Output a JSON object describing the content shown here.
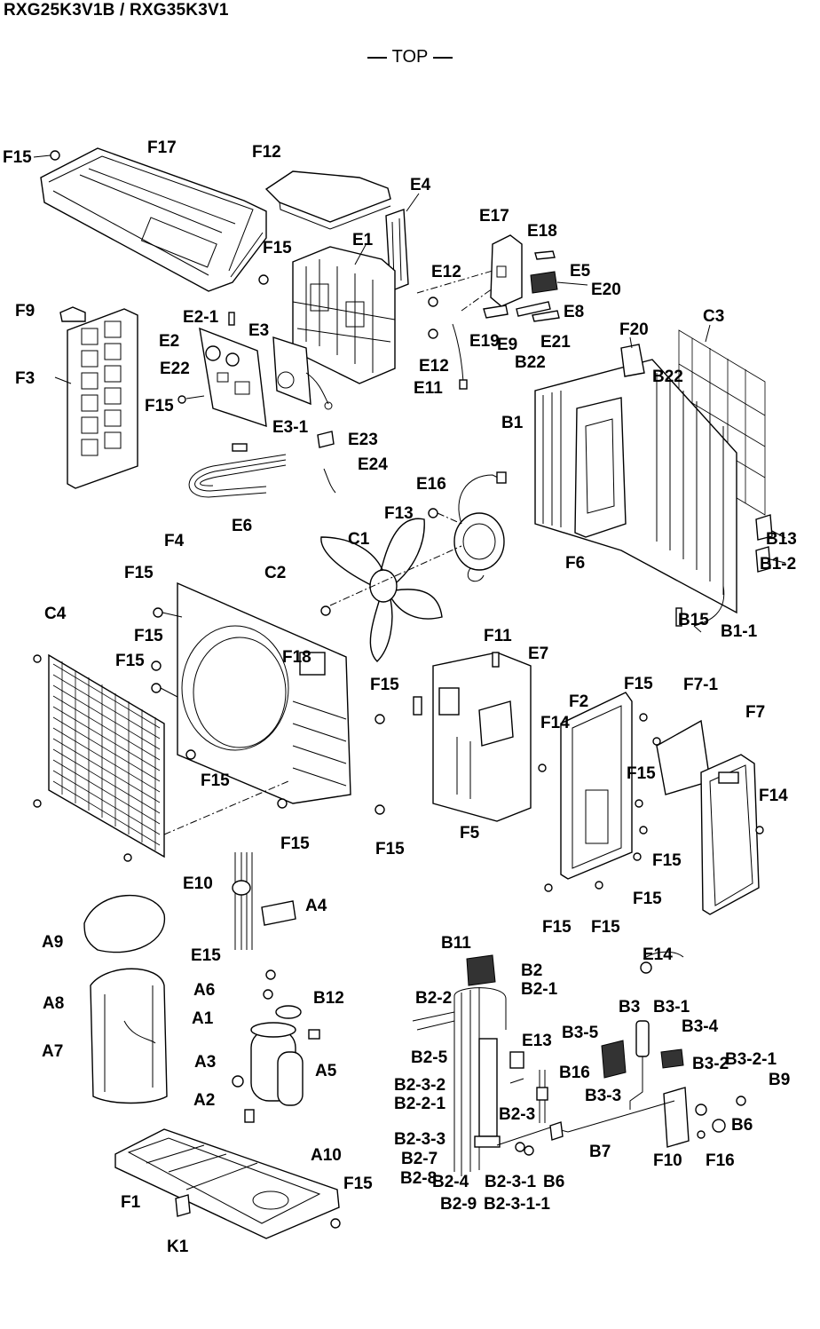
{
  "title": "RXG25K3V1B / RXG35K3V1",
  "view_label": "TOP",
  "part_labels": {
    "F15": "F15",
    "F17": "F17",
    "F12": "F12",
    "E4": "E4",
    "E1": "E1",
    "E17": "E17",
    "E18": "E18",
    "E5": "E5",
    "E12": "E12",
    "E20": "E20",
    "E8": "E8",
    "E19": "E19",
    "E9": "E9",
    "E21": "E21",
    "E11": "E11",
    "F9": "F9",
    "E2-1": "E2-1",
    "E2": "E2",
    "E3": "E3",
    "E22": "E22",
    "F3": "F3",
    "E3-1": "E3-1",
    "E23": "E23",
    "E24": "E24",
    "E6": "E6",
    "F20": "F20",
    "C3": "C3",
    "B22": "B22",
    "B1": "B1",
    "E16": "E16",
    "F13": "F13",
    "C1": "C1",
    "F4": "F4",
    "C2": "C2",
    "F6": "F6",
    "B13": "B13",
    "B1-2": "B1-2",
    "B15": "B15",
    "B1-1": "B1-1",
    "C4": "C4",
    "F18": "F18",
    "F11": "F11",
    "E7": "E7",
    "F7-1": "F7-1",
    "F7": "F7",
    "F2": "F2",
    "F14": "F14",
    "F5": "F5",
    "E10": "E10",
    "A4": "A4",
    "A9": "A9",
    "E15": "E15",
    "A6": "A6",
    "B12": "B12",
    "A8": "A8",
    "A1": "A1",
    "A7": "A7",
    "A3": "A3",
    "A5": "A5",
    "A2": "A2",
    "A10": "A10",
    "F1": "F1",
    "K1": "K1",
    "B11": "B11",
    "B2": "B2",
    "B2-1": "B2-1",
    "B2-2": "B2-2",
    "E14": "E14",
    "B3": "B3",
    "B3-1": "B3-1",
    "B3-4": "B3-4",
    "B3-5": "B3-5",
    "E13": "E13",
    "B2-5": "B2-5",
    "B16": "B16",
    "B3-3": "B3-3",
    "B3-2": "B3-2",
    "B3-2-1": "B3-2-1",
    "B9": "B9",
    "B2-3-2": "B2-3-2",
    "B2-2-1": "B2-2-1",
    "B2-3": "B2-3",
    "B6": "B6",
    "B2-3-3": "B2-3-3",
    "B7": "B7",
    "F10": "F10",
    "F16": "F16",
    "B2-7": "B2-7",
    "B2-8": "B2-8",
    "B2-4": "B2-4",
    "B2-3-1": "B2-3-1",
    "B2-9": "B2-9",
    "B2-3-1-1": "B2-3-1-1"
  }
}
